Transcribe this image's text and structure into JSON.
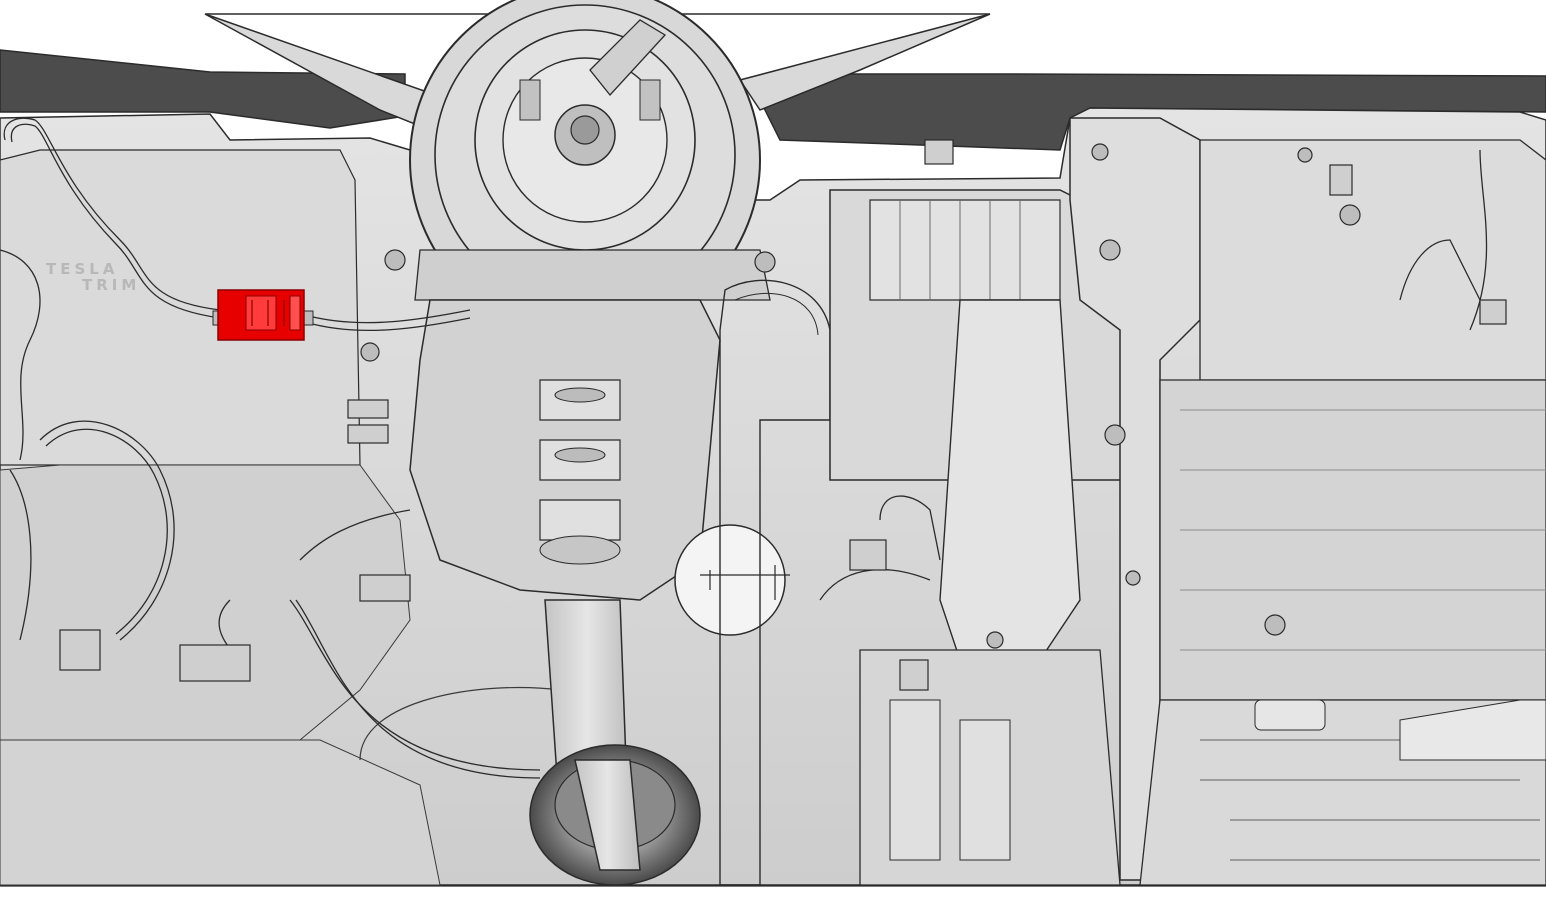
{
  "diagram": {
    "panel_stamp": {
      "line1": "TESLA",
      "line2": "TRIM"
    },
    "colors": {
      "background": "#ffffff",
      "frame_fill": "#d6d6d6",
      "dark_trim": "#4c4c4c",
      "line": "#2b2b2b",
      "highlight": "#e60000"
    },
    "highlighted_component": "steering-column-electrical-connector",
    "icons": [
      "steering-column-shroud-icon",
      "connector-icon",
      "bolt-icon",
      "grommet-icon"
    ]
  }
}
